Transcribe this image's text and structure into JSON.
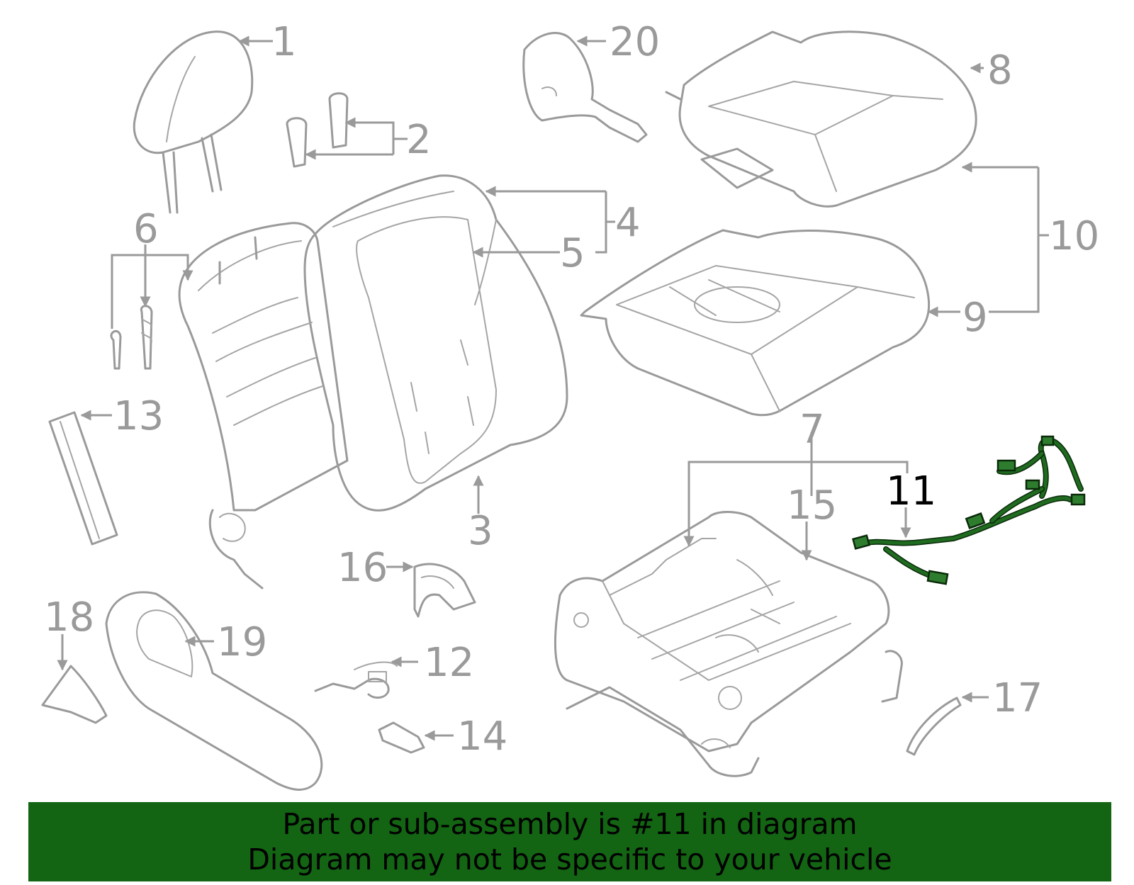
{
  "callouts": {
    "c1": "1",
    "c2": "2",
    "c3": "3",
    "c4": "4",
    "c5": "5",
    "c6": "6",
    "c7": "7",
    "c8": "8",
    "c9": "9",
    "c10": "10",
    "c11": "11",
    "c12": "12",
    "c13": "13",
    "c14": "14",
    "c15": "15",
    "c16": "16",
    "c17": "17",
    "c18": "18",
    "c19": "19",
    "c20": "20"
  },
  "highlight_color": "#136413",
  "harness_color": "#2e7d2e",
  "banner": {
    "line1": "Part or sub-assembly is #11 in diagram",
    "line2": "Diagram may not be specific to your vehicle"
  }
}
